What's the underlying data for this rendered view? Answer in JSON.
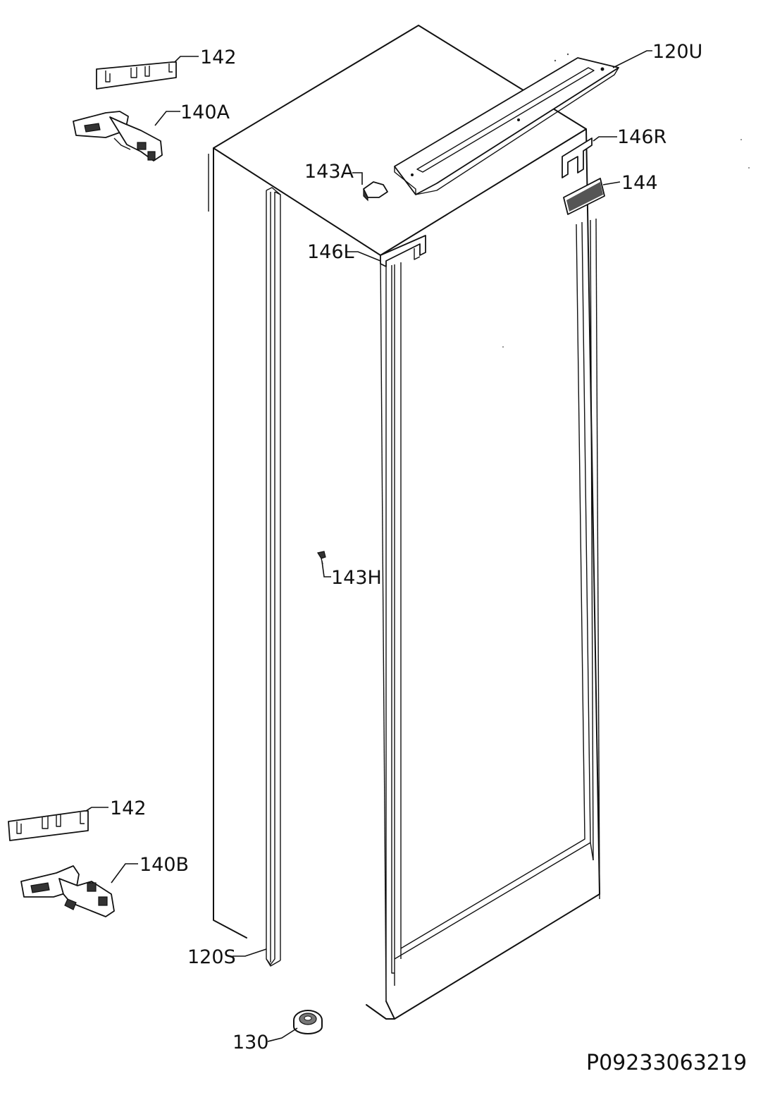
{
  "labels": {
    "l142_top": "142",
    "l140A": "140A",
    "l120U": "120U",
    "l146R": "146R",
    "l143A": "143A",
    "l144": "144",
    "l146L": "146L",
    "l143H": "143H",
    "l142_bottom": "142",
    "l140B": "140B",
    "l120S": "120S",
    "l130": "130"
  },
  "drawing_code": "P09233063219"
}
